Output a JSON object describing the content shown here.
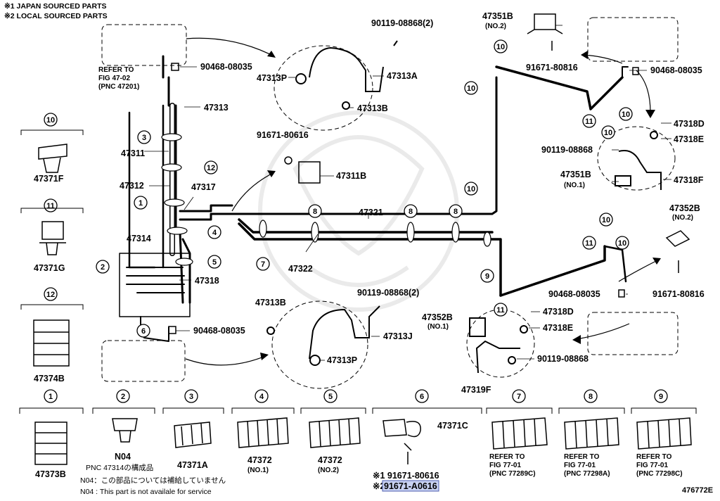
{
  "header_notes": [
    "※1 JAPAN SOURCED PARTS",
    "※2 LOCAL SOURCED PARTS"
  ],
  "diagram_id": "476772E",
  "refer": {
    "l1": "REFER TO",
    "l2": "FIG 47-02",
    "l3": "(PNC 47201)"
  },
  "callouts": {
    "p90119a": "90119-08868(2)",
    "p47313A": "47313A",
    "p47313P_top": "47313P",
    "p47313B_top": "47313B",
    "p90468_a": "90468-08035",
    "p47313": "47313",
    "p47311": "47311",
    "p47312": "47312",
    "p47317": "47317",
    "p91671a": "91671-80616",
    "p47311B": "47311B",
    "p47314": "47314",
    "p47318": "47318",
    "p47321": "47321",
    "p47322": "47322",
    "p90119b": "90119-08868(2)",
    "p47313B_bot": "47313B",
    "p47313J": "47313J",
    "p47313P_bot": "47313P",
    "p90468_b": "90468-08035",
    "p47351B_top": "47351B",
    "p47351B_top_sub": "(NO.2)",
    "p91671b": "91671-80816",
    "p90468_c": "90468-08035",
    "p47318D_top": "47318D",
    "p47318E_top": "47318E",
    "p90119c": "90119-08868",
    "p47351B_mid": "47351B",
    "p47351B_mid_sub": "(NO.1)",
    "p47318F": "47318F",
    "p47352B_top": "47352B",
    "p47352B_top_sub": "(NO.2)",
    "p90468_d": "90468-08035",
    "p91671c": "91671-80816",
    "p47352B_bot": "47352B",
    "p47352B_bot_sub": "(NO.1)",
    "p47318D_bot": "47318D",
    "p47318E_bot": "47318E",
    "p90119d": "90119-08868",
    "p47319F": "47319F"
  },
  "left_legend": [
    {
      "num": "10",
      "part": "47371F"
    },
    {
      "num": "11",
      "part": "47371G"
    },
    {
      "num": "12",
      "part": "47374B"
    }
  ],
  "bottom_legend": [
    {
      "num": "1",
      "part": "47373B"
    },
    {
      "num": "2",
      "part": "N04"
    },
    {
      "num": "3",
      "part": "47371A"
    },
    {
      "num": "4",
      "part": "47372",
      "sub": "(NO.1)"
    },
    {
      "num": "5",
      "part": "47372",
      "sub": "(NO.2)"
    },
    {
      "num": "6",
      "part": "47371C"
    },
    {
      "num": "7",
      "part": "REFER TO",
      "l2": "FIG 77-01",
      "l3": "(PNC 77289C)"
    },
    {
      "num": "8",
      "part": "REFER TO",
      "l2": "FIG 77-01",
      "l3": "(PNC 77298A)"
    },
    {
      "num": "9",
      "part": "REFER TO",
      "l2": "FIG 77-01",
      "l3": "(PNC 77298C)"
    }
  ],
  "bottom_notes": {
    "pnc": "PNC 47314の構成品",
    "n04_jp": "N04：この部品については補給していません",
    "n04_en": "N04 : This part is not availale for service",
    "src1": "※1 91671-80616",
    "src2_prefix": "※2",
    "src2_part": "91671-A0616"
  },
  "circle_nums": [
    "1",
    "2",
    "3",
    "4",
    "5",
    "6",
    "7",
    "8",
    "9",
    "10",
    "11",
    "12"
  ]
}
